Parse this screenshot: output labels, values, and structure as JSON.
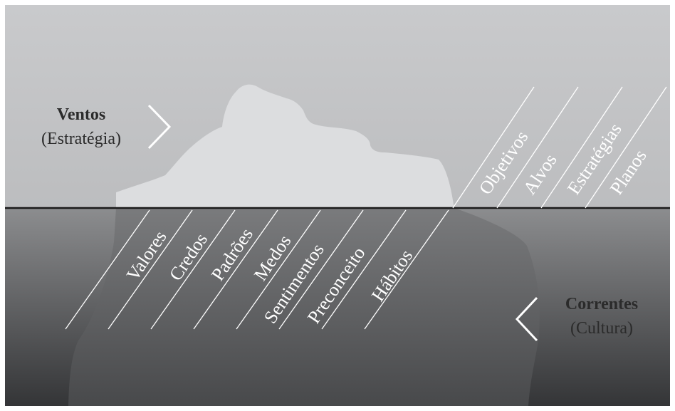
{
  "winds": {
    "title": "Ventos",
    "subtitle": "(Estratégia)"
  },
  "currents": {
    "title": "Correntes",
    "subtitle": "(Cultura)"
  },
  "above_water": [
    "Objetivos",
    "Alvos",
    "Estratégias",
    "Planos"
  ],
  "below_water": [
    "Valores",
    "Credos",
    "Padrões",
    "Medos",
    "Sentimentos",
    "Preconceito",
    "Hábitos"
  ],
  "colors": {
    "sky": "#c3c4c6",
    "iceberg_above": "#dedfe0",
    "water_top": "#8a8b8d",
    "water_bottom": "#37383a",
    "iceberg_below": "#545557",
    "label_text": "#ffffff",
    "side_text": "#2b2b2b"
  }
}
